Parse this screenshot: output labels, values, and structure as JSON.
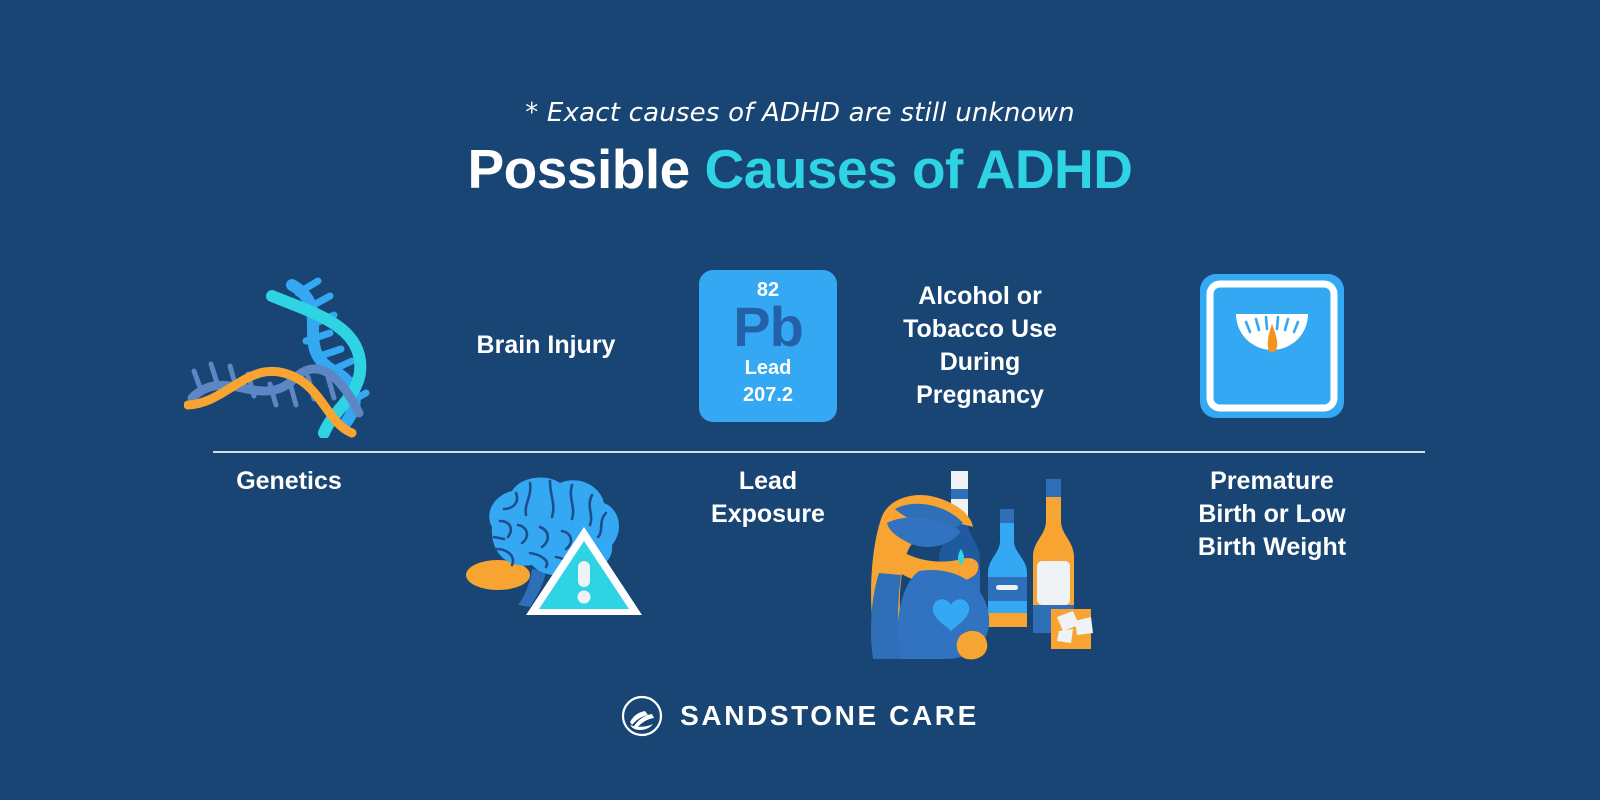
{
  "header": {
    "note": "* Exact causes of ADHD are still unknown",
    "title_white": "Possible",
    "title_accent": " Causes of ADHD"
  },
  "colors": {
    "background": "#184573",
    "accent_cyan": "#2ED4E3",
    "light_blue": "#35A8F4",
    "mid_blue": "#3173C0",
    "dark_blue": "#2362A8",
    "orange": "#F7A433",
    "white": "#FFFFFF",
    "divider": "#D7DDE4"
  },
  "columns": [
    {
      "id": "genetics",
      "icon": "dna-icon",
      "top_label": "",
      "bottom_label": "Genetics",
      "label_position": "bottom"
    },
    {
      "id": "brain-injury",
      "icon": "brain-warning-icon",
      "top_label": "Brain Injury",
      "bottom_label": "",
      "label_position": "top"
    },
    {
      "id": "lead-exposure",
      "icon": "lead-element-tile",
      "top_label": "",
      "bottom_label": "Lead\nExposure",
      "label_position": "bottom",
      "element": {
        "atomic_number": "82",
        "symbol": "Pb",
        "name": "Lead",
        "atomic_mass": "207.2"
      }
    },
    {
      "id": "alcohol-tobacco-pregnancy",
      "icon": "pregnant-woman-bottles-icon",
      "top_label": "Alcohol or\nTobacco Use\nDuring\nPregnancy",
      "bottom_label": "",
      "label_position": "top"
    },
    {
      "id": "premature-birth",
      "icon": "weight-scale-icon",
      "top_label": "",
      "bottom_label": "Premature\nBirth or Low\nBirth Weight",
      "label_position": "bottom"
    }
  ],
  "footer": {
    "logo_icon": "sandstone-circle-logo-icon",
    "brand": "SANDSTONE CARE"
  }
}
